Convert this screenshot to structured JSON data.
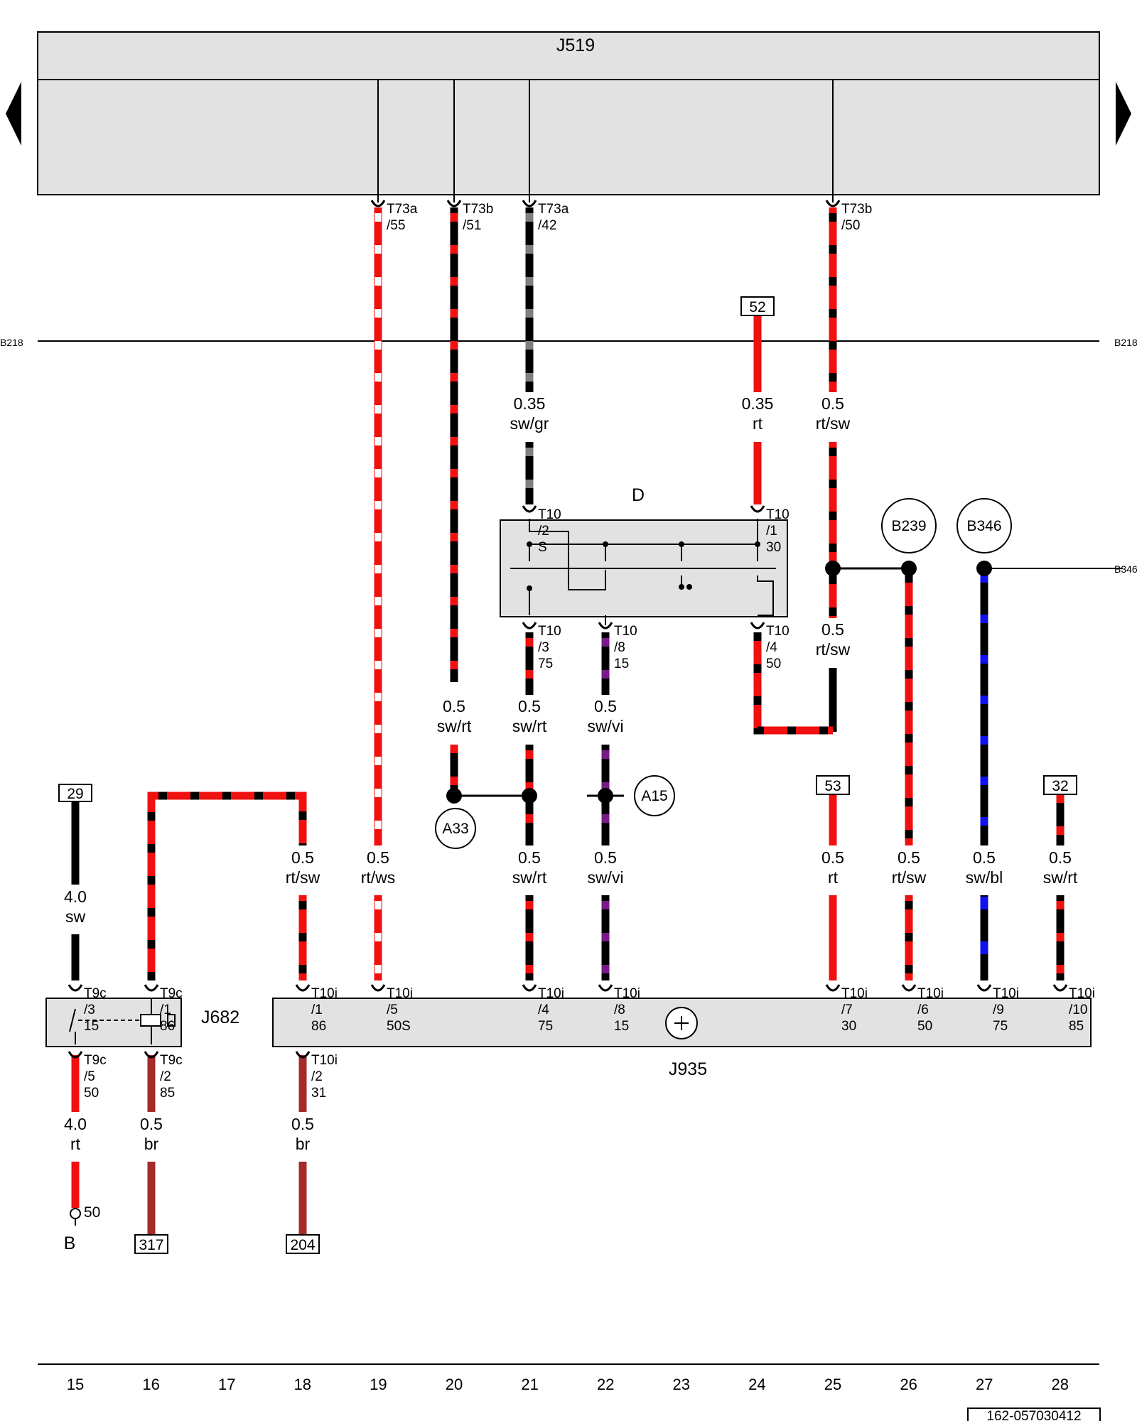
{
  "colors": {
    "rt": "#f01010",
    "sw": "#000000",
    "ws": "#ffffff",
    "gr": "#808080",
    "vi": "#7a1a8a",
    "bl": "#1010f0",
    "br": "#a52a2a",
    "box": "#e2e2e2"
  },
  "labels": {
    "j519": "J519",
    "d": "D",
    "j682": "J682",
    "j935": "J935",
    "b": "B",
    "b218": "B218",
    "b346": "B346",
    "b239": "B239",
    "b346c": "B346",
    "a33": "A33",
    "a15": "A15",
    "ref52": "52",
    "ref53": "53",
    "ref32": "32",
    "ref29": "29",
    "ref317": "317",
    "ref204": "204",
    "pin50": "50",
    "code": "162-057030412"
  },
  "columns": [
    "15",
    "16",
    "17",
    "18",
    "19",
    "20",
    "21",
    "22",
    "23",
    "24",
    "25",
    "26",
    "27",
    "28"
  ],
  "wires": {
    "w19a": {
      "size": "0.5",
      "color": "rt/ws"
    },
    "w20a": {
      "size": "0.5",
      "color": "sw/rt"
    },
    "w21top": {
      "size": "0.35",
      "color": "sw/gr"
    },
    "w24top": {
      "size": "0.35",
      "color": "rt"
    },
    "w25top": {
      "size": "0.5",
      "color": "rt/sw"
    },
    "w25mid": {
      "size": "0.5",
      "color": "rt/sw"
    },
    "w21mid": {
      "size": "0.5",
      "color": "sw/rt"
    },
    "w22mid": {
      "size": "0.5",
      "color": "sw/vi"
    },
    "w18": {
      "size": "0.5",
      "color": "rt/sw"
    },
    "w21bot": {
      "size": "0.5",
      "color": "sw/rt"
    },
    "w22bot": {
      "size": "0.5",
      "color": "sw/vi"
    },
    "w25bot": {
      "size": "0.5",
      "color": "rt"
    },
    "w26bot": {
      "size": "0.5",
      "color": "rt/sw"
    },
    "w27bot": {
      "size": "0.5",
      "color": "sw/bl"
    },
    "w28bot": {
      "size": "0.5",
      "color": "sw/rt"
    },
    "w15top": {
      "size": "4.0",
      "color": "sw"
    },
    "w15bot": {
      "size": "4.0",
      "color": "rt"
    },
    "w16bot": {
      "size": "0.5",
      "color": "br"
    },
    "w18bot": {
      "size": "0.5",
      "color": "br"
    }
  },
  "connectors": {
    "t73a55": [
      "T73a",
      "/55"
    ],
    "t73b51": [
      "T73b",
      "/51"
    ],
    "t73a42": [
      "T73a",
      "/42"
    ],
    "t73b50": [
      "T73b",
      "/50"
    ],
    "t10_2": [
      "T10",
      "/2",
      "S"
    ],
    "t10_1": [
      "T10",
      "/1",
      "30"
    ],
    "t10_3": [
      "T10",
      "/3",
      "75"
    ],
    "t10_8": [
      "T10",
      "/8",
      "15"
    ],
    "t10_4": [
      "T10",
      "/4",
      "50"
    ],
    "t9c3": [
      "T9c",
      "/3",
      "15"
    ],
    "t9c1": [
      "T9c",
      "/1",
      "86"
    ],
    "t9c5": [
      "T9c",
      "/5",
      "50"
    ],
    "t9c2": [
      "T9c",
      "/2",
      "85"
    ],
    "t10i1": [
      "T10i",
      "/1",
      "86"
    ],
    "t10i5": [
      "T10i",
      "/5",
      "50S"
    ],
    "t10i4": [
      "T10i",
      "/4",
      "75"
    ],
    "t10i8": [
      "T10i",
      "/8",
      "15"
    ],
    "t10i7": [
      "T10i",
      "/7",
      "30"
    ],
    "t10i6": [
      "T10i",
      "/6",
      "50"
    ],
    "t10i9": [
      "T10i",
      "/9",
      "75"
    ],
    "t10i10": [
      "T10i",
      "/10",
      "85"
    ],
    "t10i2": [
      "T10i",
      "/2",
      "31"
    ]
  }
}
